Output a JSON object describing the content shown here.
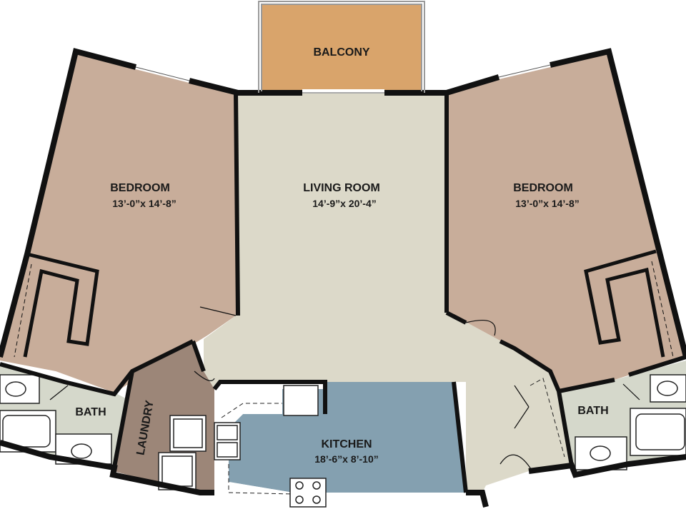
{
  "rooms": {
    "balcony": {
      "name": "BALCONY"
    },
    "living": {
      "name": "LIVING ROOM",
      "size": "14’-9”x 20’-4”"
    },
    "bedroom_left": {
      "name": "BEDROOM",
      "size": "13’-0”x 14’-8”"
    },
    "bedroom_right": {
      "name": "BEDROOM",
      "size": "13’-0”x 14’-8”"
    },
    "kitchen": {
      "name": "KITCHEN",
      "size": "18’-6”x 8’-10”"
    },
    "laundry": {
      "name": "LAUNDRY"
    },
    "bath_left": {
      "name": "BATH"
    },
    "bath_right": {
      "name": "BATH"
    }
  },
  "colors": {
    "bedroom": "#c8ad9a",
    "living": "#dcd9c9",
    "balcony": "#d9a46b",
    "kitchen": "#84a0b0",
    "laundry": "#9c8678",
    "bath": "#d5d8cb",
    "wall": "#111111"
  }
}
